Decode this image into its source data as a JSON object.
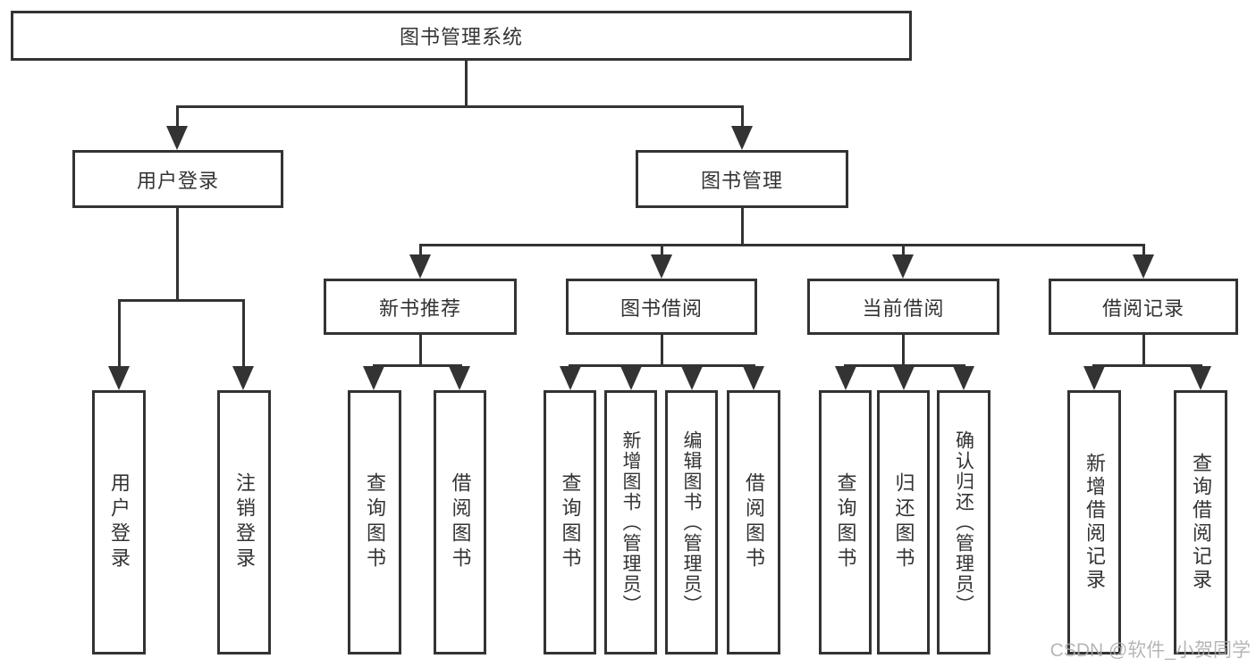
{
  "diagram": {
    "title": "图书管理系统",
    "root": {
      "label": "图书管理系统"
    },
    "level2": [
      {
        "label": "用户登录"
      },
      {
        "label": "图书管理"
      }
    ],
    "level3": [
      {
        "label": "新书推荐"
      },
      {
        "label": "图书借阅"
      },
      {
        "label": "当前借阅"
      },
      {
        "label": "借阅记录"
      }
    ],
    "leaves": {
      "user": [
        "用户登录",
        "注销登录"
      ],
      "recommend": [
        "查询图书",
        "借阅图书"
      ],
      "borrow": [
        "查询图书",
        "新增图书（管理员）",
        "编辑图书（管理员）",
        "借阅图书"
      ],
      "current": [
        "查询图书",
        "归还图书",
        "确认归还（管理员）"
      ],
      "records": [
        "新增借阅记录",
        "查询借阅记录"
      ]
    }
  },
  "watermark": "CSDN @软件_小贺同学",
  "colors": {
    "line": "#333333",
    "text": "#333333",
    "background": "#ffffff",
    "watermark": "#aaaaaa"
  }
}
